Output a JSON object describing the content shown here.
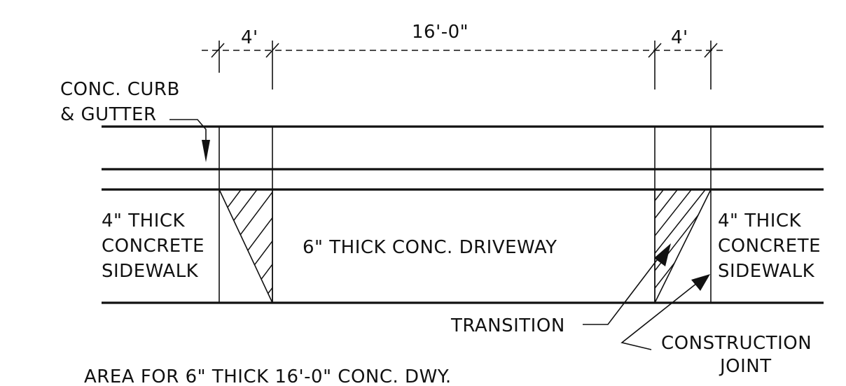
{
  "dimensions": {
    "left_width": "4'",
    "center_width": "16'-0\"",
    "right_width": "4'"
  },
  "labels": {
    "curb_line1": "CONC. CURB",
    "curb_line2": "& GUTTER",
    "left_sidewalk": [
      "4\" THICK",
      "CONCRETE",
      "SIDEWALK"
    ],
    "driveway": "6\" THICK CONC. DRIVEWAY",
    "right_sidewalk": [
      "4\" THICK",
      "CONCRETE",
      "SIDEWALK"
    ],
    "transition": "TRANSITION",
    "construction_joint_line1": "CONSTRUCTION",
    "construction_joint_line2": "JOINT",
    "caption": "AREA FOR 6\" THICK 16'-0\" CONC. DWY."
  }
}
